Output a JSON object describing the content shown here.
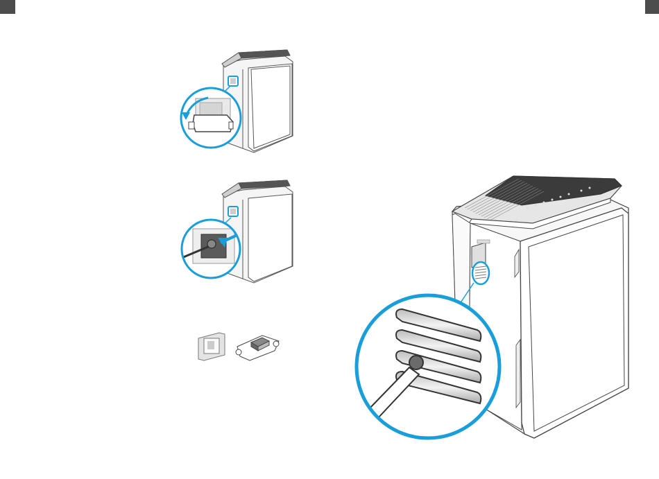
{
  "page": {
    "corner_tabs": [
      "page-tab-left",
      "page-tab-right"
    ],
    "steps": [
      {
        "id": "step-1",
        "description_icon": "open-side-cover"
      },
      {
        "id": "step-2",
        "description_icon": "clean-sensor-with-swab"
      },
      {
        "id": "step-3",
        "description_icon": "cover-and-sensor-parts"
      }
    ],
    "detail": {
      "description_icon": "sensor-vent-slots-magnified"
    }
  },
  "colors": {
    "accent": "#1a9ed9",
    "line": "#555555",
    "tab": "#4d4d4d",
    "panel_top": "#3d3d3d"
  }
}
